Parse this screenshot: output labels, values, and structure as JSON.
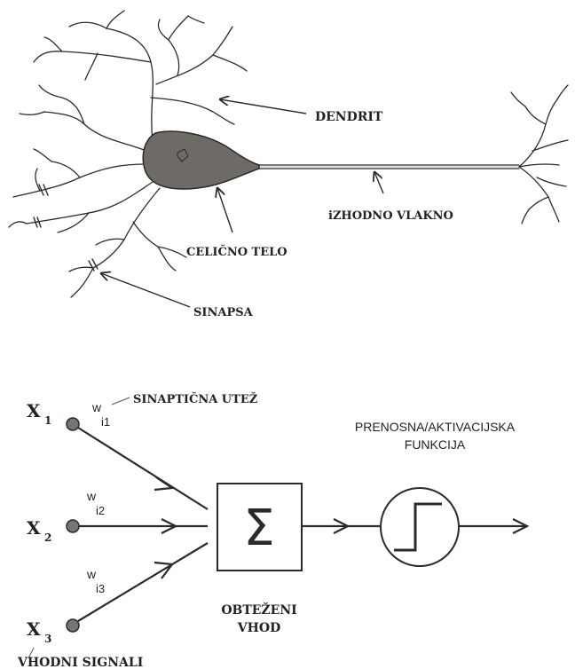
{
  "neuron": {
    "dendrite_label": "DENDRIT",
    "axon_label": "iZHODNO VLAKNO",
    "cell_body_label": "CELIČNO TELO",
    "synapse_label": "SINAPSA"
  },
  "perceptron": {
    "inputs": [
      {
        "label": "X",
        "sub": "1",
        "weight": "w",
        "weight_sub": "i1"
      },
      {
        "label": "X",
        "sub": "2",
        "weight": "w",
        "weight_sub": "i2"
      },
      {
        "label": "X",
        "sub": "3",
        "weight": "w",
        "weight_sub": "i3"
      }
    ],
    "synaptic_weight_label": "SINAPTIČNA UTEŽ",
    "sum_symbol": "Σ",
    "weighted_input_label_line1": "OBTEŽENI",
    "weighted_input_label_line2": "VHOD",
    "activation_label_line1": "PRENOSNA/AKTIVACIJSKA",
    "activation_label_line2": "FUNKCIJA",
    "input_signals_label": "VHODNI SIGNALI"
  },
  "colors": {
    "cell_body": "#6e6a66",
    "stroke": "#2a2a2a",
    "node": "#7a7370"
  }
}
